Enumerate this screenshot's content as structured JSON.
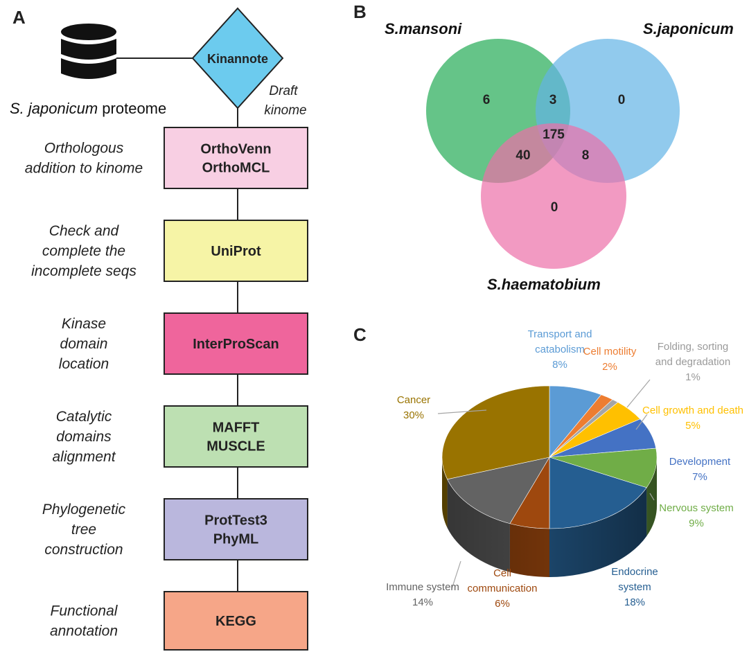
{
  "panel_labels": {
    "a": "A",
    "b": "B",
    "c": "C"
  },
  "workflow": {
    "database_label_italic": "S. japonicum",
    "database_label_rest": " proteome",
    "kinannote": "Kinannote",
    "draft_line1": "Draft",
    "draft_line2": "kinome",
    "steps": [
      {
        "tool_lines": [
          "OrthoVenn",
          "OrthoMCL"
        ],
        "desc_lines": [
          "Orthologous",
          "addition to kinome"
        ],
        "color": "#f8cfe3"
      },
      {
        "tool_lines": [
          "UniProt"
        ],
        "desc_lines": [
          "Check and",
          "complete the",
          "incomplete seqs"
        ],
        "color": "#f6f4a6"
      },
      {
        "tool_lines": [
          "InterProScan"
        ],
        "desc_lines": [
          "Kinase",
          "domain",
          "location"
        ],
        "color": "#ef659c"
      },
      {
        "tool_lines": [
          "MAFFT",
          "MUSCLE"
        ],
        "desc_lines": [
          "Catalytic",
          "domains",
          "alignment"
        ],
        "color": "#bde0b2"
      },
      {
        "tool_lines": [
          "ProtTest3",
          "PhyML"
        ],
        "desc_lines": [
          "Phylogenetic",
          "tree",
          "construction"
        ],
        "color": "#bab7dd"
      },
      {
        "tool_lines": [
          "KEGG"
        ],
        "desc_lines": [
          "Functional",
          "annotation"
        ],
        "color": "#f6a688"
      }
    ],
    "kinannote_color": "#6ccbee"
  },
  "venn": {
    "set_labels": {
      "a": "S.mansoni",
      "b": "S.japonicum",
      "c": "S.haematobium"
    },
    "counts": {
      "only_mansoni": "6",
      "mansoni_japonicum": "3",
      "only_japonicum": "0",
      "all_three": "175",
      "mansoni_haematobium": "40",
      "japonicum_haematobium": "8",
      "only_haematobium": "0"
    },
    "colors": {
      "mansoni": "#3fb56a",
      "japonicum": "#62b4e6",
      "haematobium": "#ec6fa8"
    }
  },
  "chart_data": {
    "type": "pie",
    "slices": [
      {
        "name_lines": [
          "Transport and",
          "catabolism"
        ],
        "pct_label": "8%",
        "value": 8,
        "color": "#5b9bd5"
      },
      {
        "name_lines": [
          "Cell motility"
        ],
        "pct_label": "2%",
        "value": 2,
        "color": "#ed7d31"
      },
      {
        "name_lines": [
          "Folding, sorting",
          "and degradation"
        ],
        "pct_label": "1%",
        "value": 1,
        "color": "#a5a5a5"
      },
      {
        "name_lines": [
          "Cell growth and death"
        ],
        "pct_label": "5%",
        "value": 5,
        "color": "#ffc000"
      },
      {
        "name_lines": [
          "Development"
        ],
        "pct_label": "7%",
        "value": 7,
        "color": "#4472c4"
      },
      {
        "name_lines": [
          "Nervous system"
        ],
        "pct_label": "9%",
        "value": 9,
        "color": "#70ad47"
      },
      {
        "name_lines": [
          "Endocrine",
          "system"
        ],
        "pct_label": "18%",
        "value": 18,
        "color": "#255e91"
      },
      {
        "name_lines": [
          "Cell",
          "communication"
        ],
        "pct_label": "6%",
        "value": 6,
        "color": "#9e480e"
      },
      {
        "name_lines": [
          "Immune system"
        ],
        "pct_label": "14%",
        "value": 14,
        "color": "#636363"
      },
      {
        "name_lines": [
          "Cancer"
        ],
        "pct_label": "30%",
        "value": 30,
        "color": "#997300"
      }
    ]
  }
}
